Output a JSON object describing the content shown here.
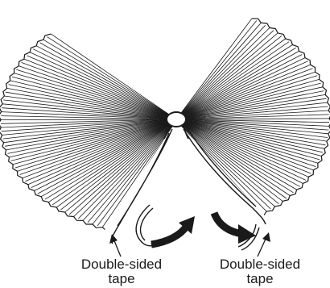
{
  "figure": {
    "annotations": [
      {
        "id": "left",
        "line1": "Double-sided",
        "line2": "tape"
      },
      {
        "id": "right",
        "line1": "Double-sided",
        "line2": "tape"
      }
    ],
    "colors": {
      "ink": "#1a1a1a",
      "background": "#ffffff"
    }
  }
}
